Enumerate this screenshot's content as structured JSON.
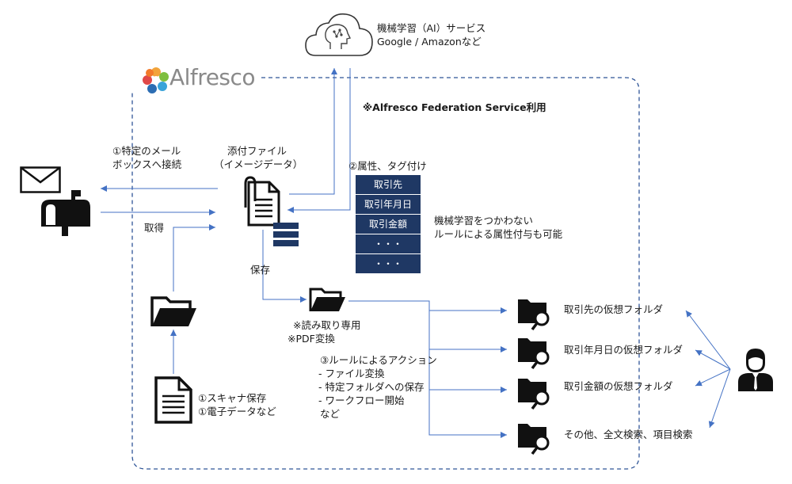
{
  "cloud_service": {
    "line1": "機械学習（AI）サービス",
    "line2": "Google / Amazonなど"
  },
  "logo": {
    "text": "Alfresco"
  },
  "federation_note": "※Alfresco Federation Service利用",
  "mail": {
    "line1": "①特定のメール",
    "line2": "ボックスへ接続",
    "acquire": "取得"
  },
  "attachment": {
    "line1": "添付ファイル",
    "line2": "（イメージデータ）"
  },
  "tagging": {
    "label": "②属性、タグ付け",
    "attributes": [
      "取引先",
      "取引年月日",
      "取引金額",
      "・・・",
      "・・・"
    ]
  },
  "no_ml_note": {
    "line1": "機械学習をつかわない",
    "line2": "ルールによる属性付与も可能"
  },
  "save_label": "保存",
  "readonly": {
    "line1": "※読み取り専用",
    "line2": "※PDF変換"
  },
  "rules": {
    "line1": "③ルールによるアクション",
    "line2": " - ファイル変換",
    "line3": " - 特定フォルダへの保存",
    "line4": " - ワークフロー開始",
    "line5": "など"
  },
  "scanner": {
    "line1": "①スキャナ保存",
    "line2": "①電子データなど"
  },
  "virtual_folders": [
    "取引先の仮想フォルダ",
    "取引年月日の仮想フォルダ",
    "取引金額の仮想フォルダ",
    "その他、全文検索、項目検索"
  ],
  "colors": {
    "arrow": "#4472c4",
    "navy": "#1f3864",
    "dash": "#2f5597"
  }
}
